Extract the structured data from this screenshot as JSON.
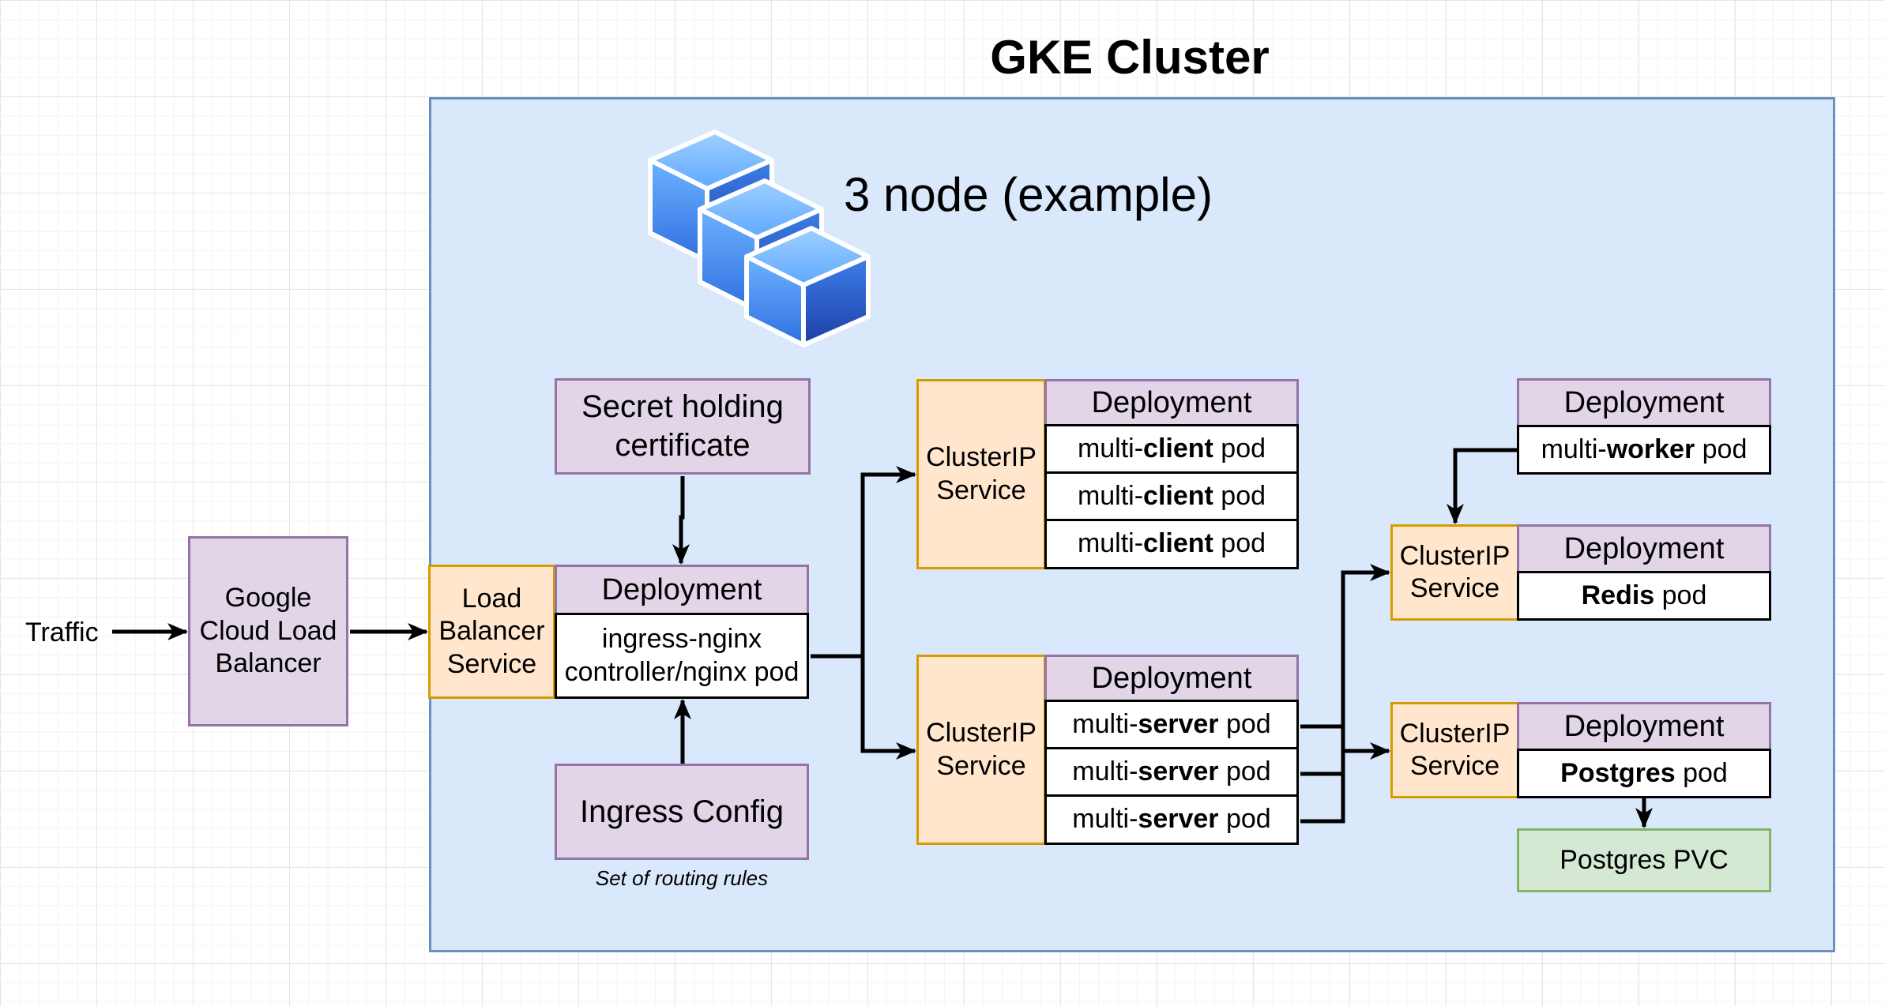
{
  "title": "GKE Cluster",
  "nodes_label": "3 node (example)",
  "traffic_label": "Traffic",
  "google_lb": "Google Cloud Load Balancer",
  "lb_service": "Load Balancer Service",
  "secret": "Secret holding certificate",
  "ingress_deployment": {
    "header": "Deployment",
    "pod": "ingress-nginx controller/nginx pod"
  },
  "ingress_config": {
    "label": "Ingress Config",
    "caption": "Set of routing rules"
  },
  "client": {
    "service": "ClusterIP Service",
    "header": "Deployment",
    "pods": [
      {
        "pre": "multi-",
        "bold": "client",
        "post": " pod"
      },
      {
        "pre": "multi-",
        "bold": "client",
        "post": " pod"
      },
      {
        "pre": "multi-",
        "bold": "client",
        "post": " pod"
      }
    ]
  },
  "server": {
    "service": "ClusterIP Service",
    "header": "Deployment",
    "pods": [
      {
        "pre": "multi-",
        "bold": "server",
        "post": " pod"
      },
      {
        "pre": "multi-",
        "bold": "server",
        "post": " pod"
      },
      {
        "pre": "multi-",
        "bold": "server",
        "post": " pod"
      }
    ]
  },
  "worker": {
    "header": "Deployment",
    "pod": {
      "pre": "multi-",
      "bold": "worker",
      "post": " pod"
    }
  },
  "redis": {
    "service": "ClusterIP Service",
    "header": "Deployment",
    "pod": {
      "pre": "",
      "bold": "Redis",
      "post": " pod"
    }
  },
  "postgres": {
    "service": "ClusterIP Service",
    "header": "Deployment",
    "pod": {
      "pre": "",
      "bold": "Postgres",
      "post": " pod"
    },
    "pvc": "Postgres PVC"
  },
  "colors": {
    "cluster_fill": "#dae8fc",
    "cluster_border": "#6c8ebf",
    "purple_fill": "#e1d5e7",
    "purple_border": "#9673a6",
    "orange_fill": "#ffe6cc",
    "orange_border": "#d79b00",
    "green_fill": "#d5e8d4",
    "green_border": "#82b366",
    "node_cube": "#3d8bff"
  }
}
